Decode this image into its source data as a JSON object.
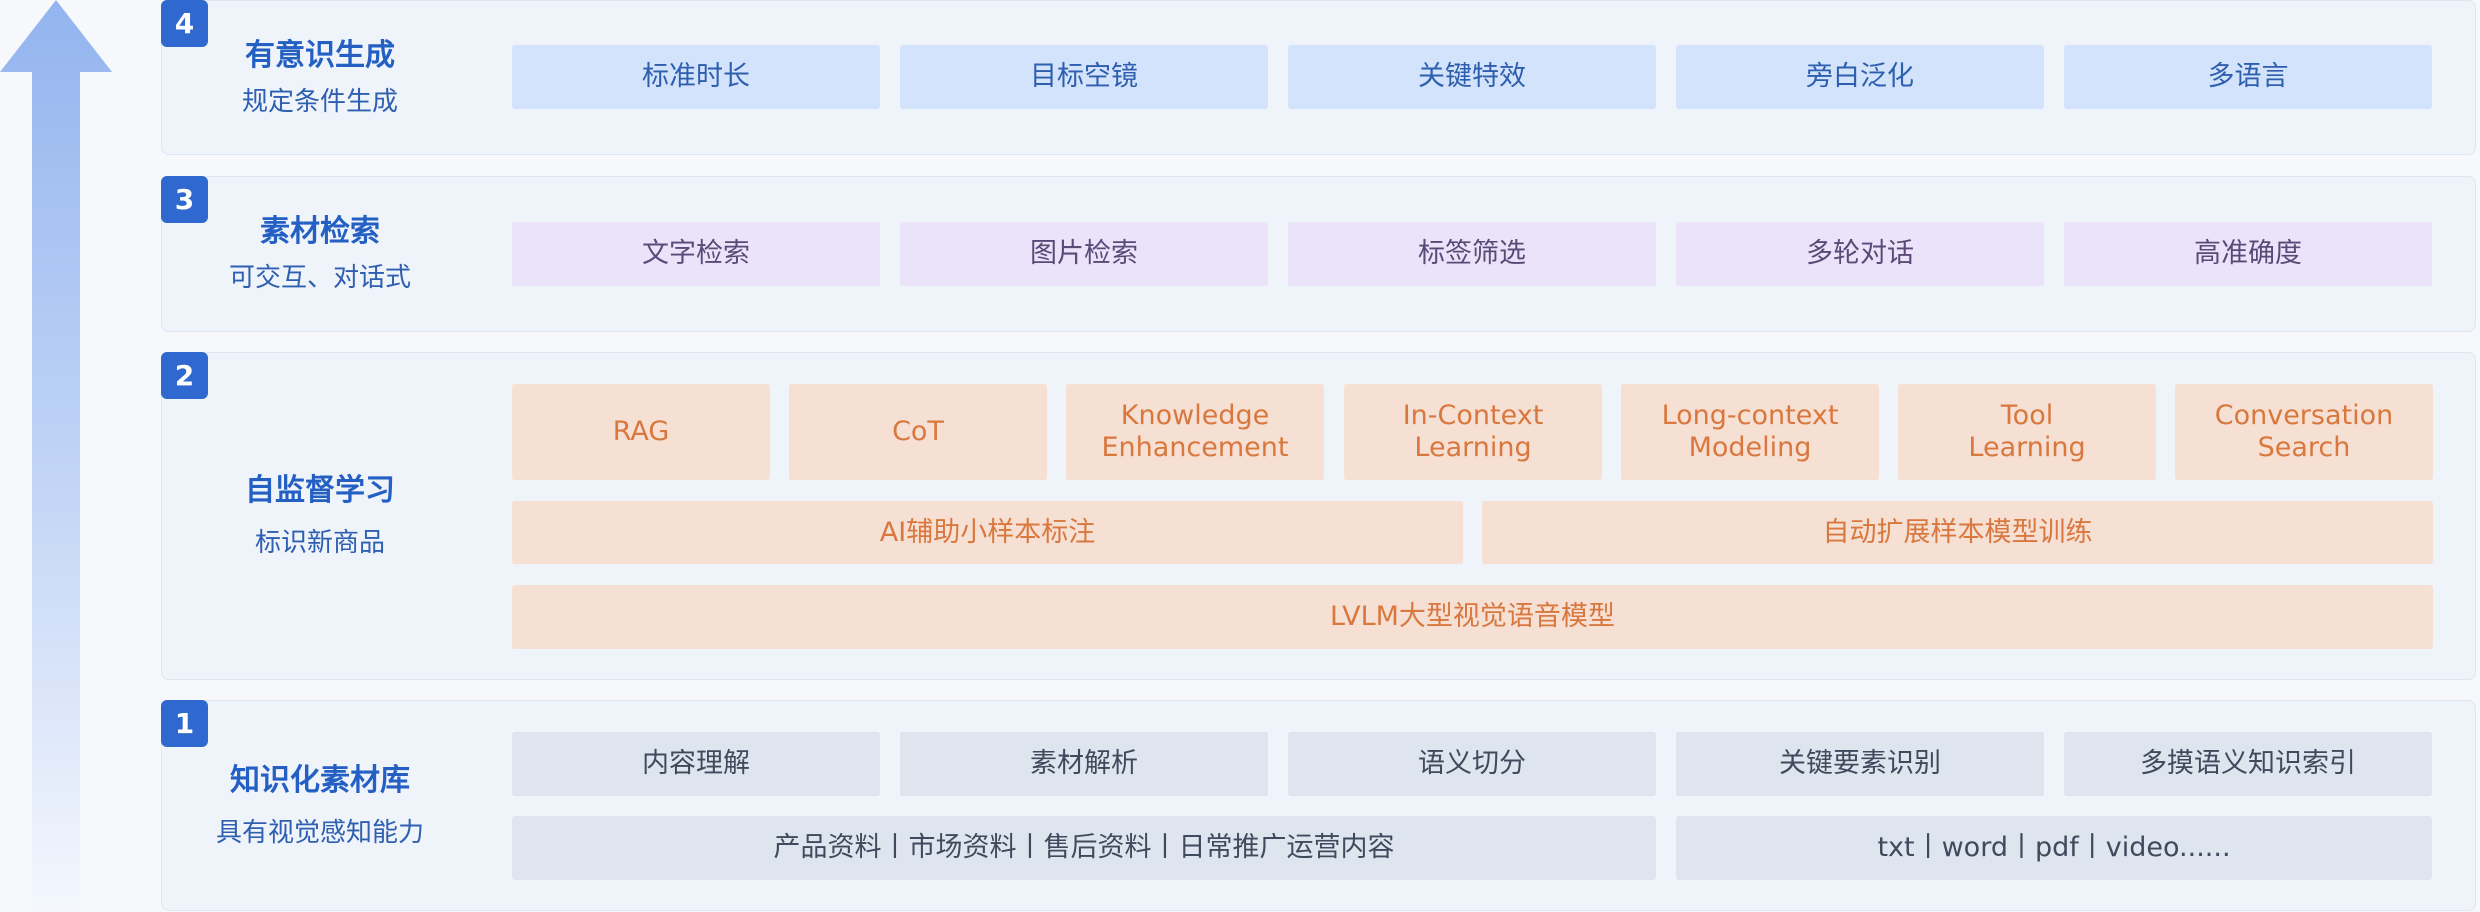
{
  "layers": [
    {
      "number": "4",
      "title": "有意识生成",
      "subtitle": "规定条件生成",
      "chips": [
        "标准时长",
        "目标空镜",
        "关键特效",
        "旁白泛化",
        "多语言"
      ]
    },
    {
      "number": "3",
      "title": "素材检索",
      "subtitle": "可交互、对话式",
      "chips": [
        "文字检索",
        "图片检索",
        "标签筛选",
        "多轮对话",
        "高准确度"
      ]
    },
    {
      "number": "2",
      "title": "自监督学习",
      "subtitle": "标识新商品",
      "chips": [
        "RAG",
        "CoT",
        "Knowledge\nEnhancement",
        "In-Context\nLearning",
        "Long-context\nModeling",
        "Tool\nLearning",
        "Conversation\nSearch"
      ],
      "row2": [
        "AI辅助小样本标注",
        "自动扩展样本模型训练"
      ],
      "row3": [
        "LVLM大型视觉语音模型"
      ]
    },
    {
      "number": "1",
      "title": "知识化素材库",
      "subtitle": "具有视觉感知能力",
      "chips": [
        "内容理解",
        "素材解析",
        "语义切分",
        "关键要素识别",
        "多摸语义知识索引"
      ],
      "row2": [
        "产品资料丨市场资料丨售后资料丨日常推广运营内容",
        "txt丨word丨pdf丨video......"
      ]
    }
  ],
  "colors": {
    "badge": "#2f68cf",
    "title": "#2460c4",
    "chip_blue": "#d3e3fb",
    "chip_purple": "#ebe3f9",
    "chip_orange": "#f6dfd3",
    "chip_gray": "#dfe5ef",
    "arrow": "#9dbcf2"
  },
  "icons": {
    "progress_arrow": "up-arrow-icon"
  }
}
